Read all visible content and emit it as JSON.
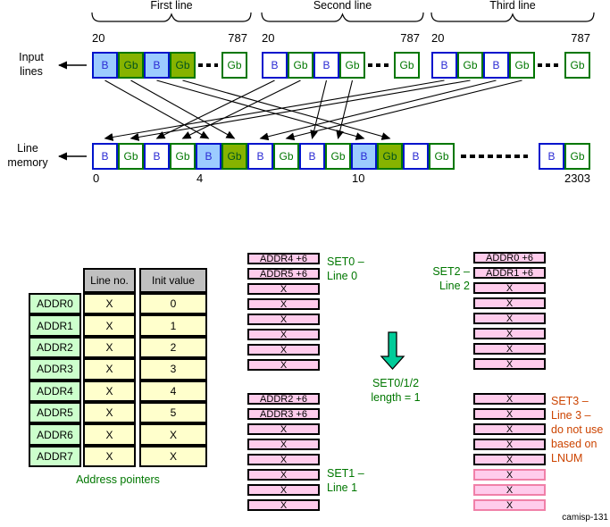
{
  "top": {
    "input_label": "Input lines",
    "memory_label": "Line memory",
    "groups": [
      {
        "title": "First line",
        "range_start": "20",
        "range_end": "787",
        "cells": [
          {
            "t": "B",
            "filled": true
          },
          {
            "t": "Gb",
            "filled": true
          },
          {
            "t": "B",
            "filled": true
          },
          {
            "t": "Gb",
            "filled": true
          }
        ],
        "tail": "Gb"
      },
      {
        "title": "Second line",
        "range_start": "20",
        "range_end": "787",
        "cells": [
          {
            "t": "B",
            "filled": false
          },
          {
            "t": "Gb",
            "filled": false
          },
          {
            "t": "B",
            "filled": false
          },
          {
            "t": "Gb",
            "filled": false
          }
        ],
        "tail": "Gb"
      },
      {
        "title": "Third line",
        "range_start": "20",
        "range_end": "787",
        "cells": [
          {
            "t": "B",
            "filled": false
          },
          {
            "t": "Gb",
            "filled": false
          },
          {
            "t": "B",
            "filled": false
          },
          {
            "t": "Gb",
            "filled": false
          }
        ],
        "tail": "Gb"
      }
    ],
    "memory": {
      "cells": [
        {
          "t": "B",
          "filled": false
        },
        {
          "t": "Gb",
          "filled": false
        },
        {
          "t": "B",
          "filled": false
        },
        {
          "t": "Gb",
          "filled": false
        },
        {
          "t": "B",
          "filled": true
        },
        {
          "t": "Gb",
          "filled": true
        },
        {
          "t": "B",
          "filled": false
        },
        {
          "t": "Gb",
          "filled": false
        },
        {
          "t": "B",
          "filled": false
        },
        {
          "t": "Gb",
          "filled": false
        },
        {
          "t": "B",
          "filled": true
        },
        {
          "t": "Gb",
          "filled": true
        },
        {
          "t": "B",
          "filled": false
        },
        {
          "t": "Gb",
          "filled": false
        }
      ],
      "tail": [
        {
          "t": "B",
          "filled": false
        },
        {
          "t": "Gb",
          "filled": false
        }
      ],
      "index_labels": [
        {
          "label": "0",
          "cell": 0
        },
        {
          "label": "4",
          "cell": 4
        },
        {
          "label": "10",
          "cell": 10
        }
      ],
      "end_label": "2303"
    },
    "mappings": [
      {
        "line": 0,
        "px": 0,
        "mem": 4
      },
      {
        "line": 0,
        "px": 1,
        "mem": 5
      },
      {
        "line": 0,
        "px": 2,
        "mem": 10
      },
      {
        "line": 0,
        "px": 3,
        "mem": 11
      },
      {
        "line": 1,
        "px": 0,
        "mem": 2
      },
      {
        "line": 1,
        "px": 1,
        "mem": 3
      },
      {
        "line": 1,
        "px": 2,
        "mem": 8
      },
      {
        "line": 1,
        "px": 3,
        "mem": 9
      },
      {
        "line": 2,
        "px": 0,
        "mem": 0
      },
      {
        "line": 2,
        "px": 1,
        "mem": 1
      },
      {
        "line": 2,
        "px": 2,
        "mem": 6
      },
      {
        "line": 2,
        "px": 3,
        "mem": 7
      }
    ]
  },
  "pointer_table": {
    "headers": [
      "Line no.",
      "Init value"
    ],
    "rows": [
      {
        "name": "ADDR0",
        "line_no": "X",
        "init_value": "0"
      },
      {
        "name": "ADDR1",
        "line_no": "X",
        "init_value": "1"
      },
      {
        "name": "ADDR2",
        "line_no": "X",
        "init_value": "2"
      },
      {
        "name": "ADDR3",
        "line_no": "X",
        "init_value": "3"
      },
      {
        "name": "ADDR4",
        "line_no": "X",
        "init_value": "4"
      },
      {
        "name": "ADDR5",
        "line_no": "X",
        "init_value": "5"
      },
      {
        "name": "ADDR6",
        "line_no": "X",
        "init_value": "X"
      },
      {
        "name": "ADDR7",
        "line_no": "X",
        "init_value": "X"
      }
    ],
    "caption": "Address pointers"
  },
  "sets": [
    {
      "name": "SET0",
      "cells": [
        "ADDR4 +6",
        "ADDR5 +6",
        "X",
        "X",
        "X",
        "X",
        "X",
        "X"
      ],
      "label_lines": [
        "SET0 –",
        "Line 0"
      ]
    },
    {
      "name": "SET1",
      "cells": [
        "ADDR2 +6",
        "ADDR3 +6",
        "X",
        "X",
        "X",
        "X",
        "X",
        "X"
      ],
      "label_lines": [
        "SET1 –",
        "Line 1"
      ]
    },
    {
      "name": "SET2",
      "cells": [
        "ADDR0 +6",
        "ADDR1 +6",
        "X",
        "X",
        "X",
        "X",
        "X",
        "X"
      ],
      "label_lines": [
        "SET2 –",
        "Line 2"
      ]
    },
    {
      "name": "SET3",
      "cells": [
        "X",
        "X",
        "X",
        "X",
        "X",
        "X",
        "X",
        "X"
      ],
      "label_lines": [
        "SET3 –",
        "Line 3 –",
        "do not use",
        "based on",
        "LNUM"
      ]
    }
  ],
  "flow": {
    "label_lines": [
      "SET0/1/2",
      "length = 1"
    ]
  },
  "footer": {
    "figure_id": "camisp-131"
  },
  "colors": {
    "blue_fill": "#9CCBFF",
    "green_fill": "#86B300",
    "blue_border": "#0014CC",
    "green_border": "#007700",
    "pink_fill": "#FFCCEC",
    "set3_soft_border": "#F080A8",
    "set3_note": "#CC4400",
    "label_green": "#007700",
    "arrow_green": "#00CC99",
    "header_gray": "#C0C0C0",
    "row_label_green": "#CCFFCC",
    "value_yellow": "#FFFFCC"
  }
}
